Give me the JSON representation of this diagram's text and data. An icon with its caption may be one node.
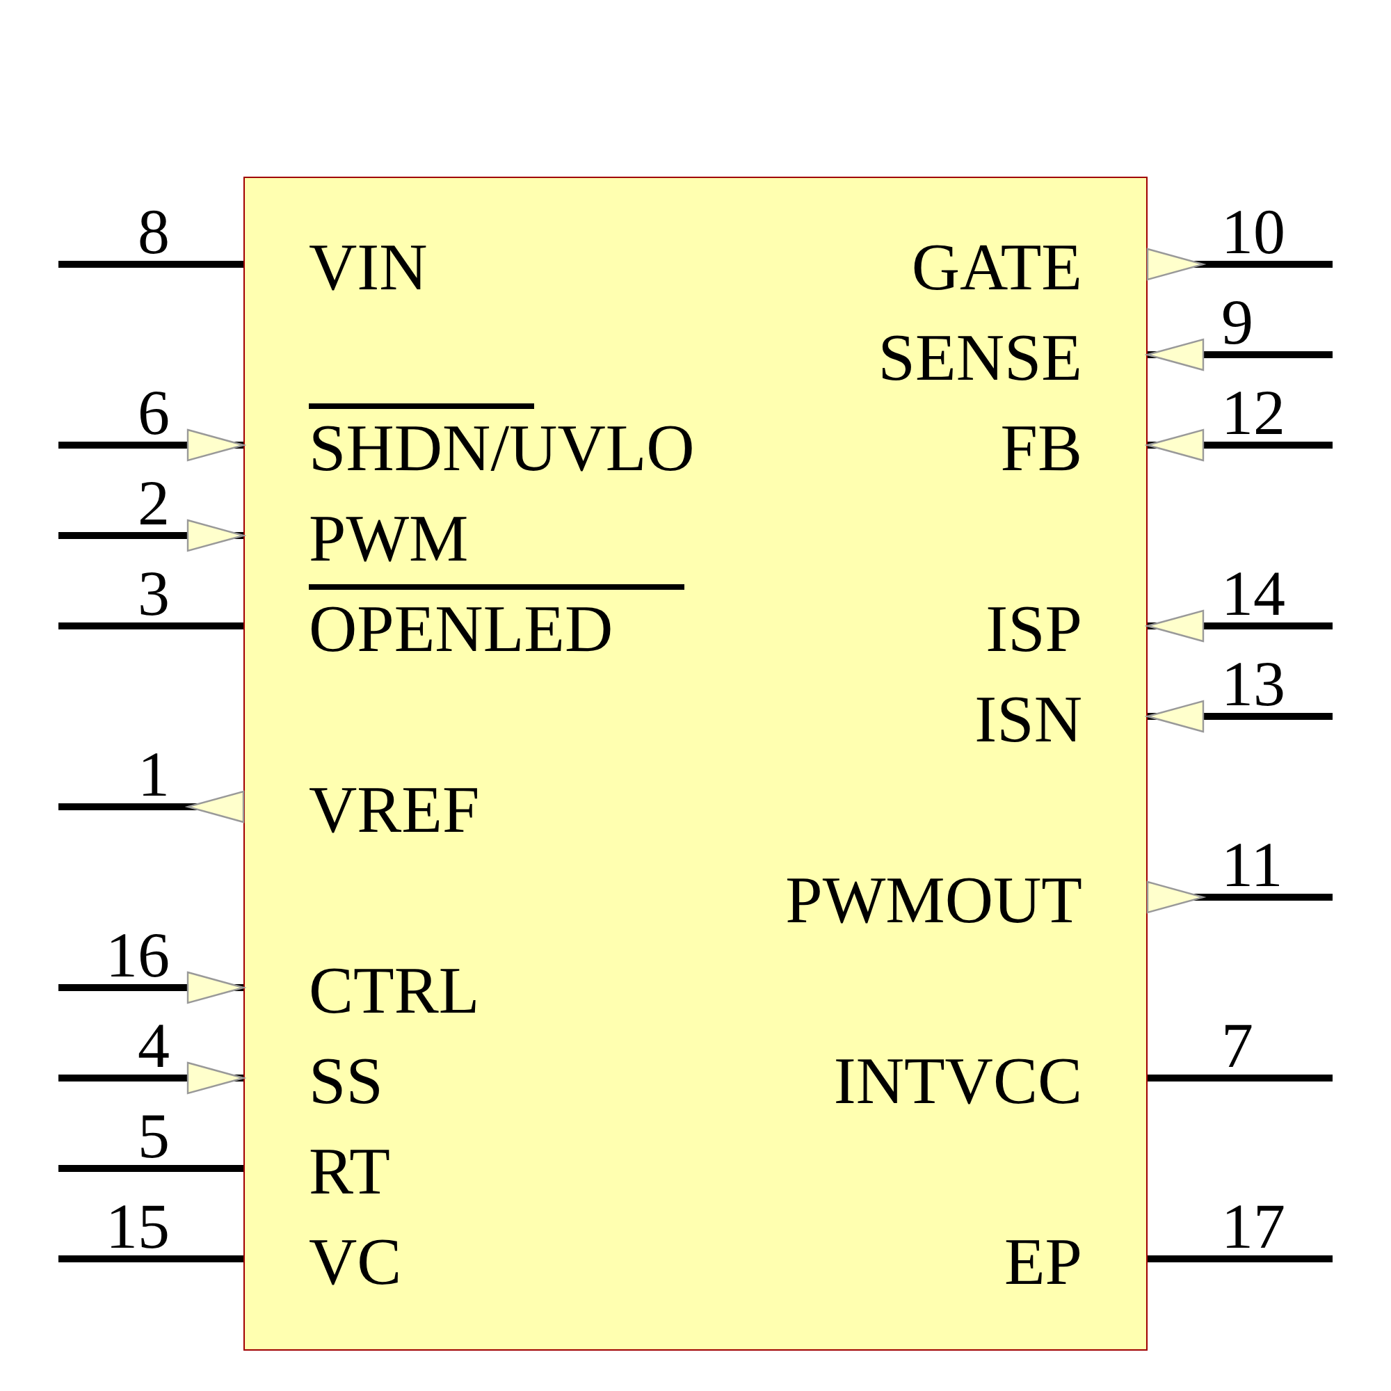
{
  "diagram": {
    "nodes": [
      {
        "text": [],
        "shape": "box"
      },
      {
        "text": [
          "VIN"
        ],
        "in": 0
      },
      {
        "text": [
          "GATE"
        ],
        "in": 0
      },
      {
        "text": [
          "SENSE"
        ],
        "in": 0
      },
      {
        "text": [
          "SHDN/UVLO"
        ],
        "in": 0
      },
      {
        "text": [
          "FB"
        ],
        "in": 0
      },
      {
        "text": [
          "PWM"
        ],
        "in": 0
      },
      {
        "text": [
          "OPENLED"
        ],
        "in": 0
      },
      {
        "text": [
          "ISP"
        ],
        "in": 0
      },
      {
        "text": [
          "ISN"
        ],
        "in": 0
      },
      {
        "text": [
          "VREF"
        ],
        "in": 0
      },
      {
        "text": [
          "PWMOUT"
        ],
        "in": 0
      },
      {
        "text": [
          "CTRL"
        ],
        "in": 0
      },
      {
        "text": [
          "SS"
        ],
        "in": 0
      },
      {
        "text": [
          "INTVCC"
        ],
        "in": 0
      },
      {
        "text": [
          "RT"
        ],
        "in": 0
      },
      {
        "text": [
          "VC"
        ],
        "in": 0
      },
      {
        "text": [
          "EP"
        ],
        "in": 0
      }
    ],
    "edges": [
      {
        "from": null,
        "to": 1,
        "arrow": "none",
        "label": "8"
      },
      {
        "from": 2,
        "to": null,
        "arrow": "to",
        "label": "10"
      },
      {
        "from": null,
        "to": 3,
        "arrow": "to",
        "label": "9"
      },
      {
        "from": null,
        "to": 4,
        "arrow": "to",
        "label": "6"
      },
      {
        "from": null,
        "to": 5,
        "arrow": "to",
        "label": "12"
      },
      {
        "from": null,
        "to": 6,
        "arrow": "to",
        "label": "2"
      },
      {
        "from": null,
        "to": 7,
        "arrow": "none",
        "label": "3"
      },
      {
        "from": null,
        "to": 8,
        "arrow": "to",
        "label": "14"
      },
      {
        "from": null,
        "to": 9,
        "arrow": "to",
        "label": "13"
      },
      {
        "from": 10,
        "to": null,
        "arrow": "to",
        "label": "1"
      },
      {
        "from": 11,
        "to": null,
        "arrow": "to",
        "label": "11"
      },
      {
        "from": null,
        "to": 12,
        "arrow": "to",
        "label": "16"
      },
      {
        "from": null,
        "to": 13,
        "arrow": "to",
        "label": "4"
      },
      {
        "from": null,
        "to": 14,
        "arrow": "none",
        "label": "7"
      },
      {
        "from": null,
        "to": 15,
        "arrow": "none",
        "label": "5"
      },
      {
        "from": null,
        "to": 16,
        "arrow": "none",
        "label": "15"
      },
      {
        "from": null,
        "to": 17,
        "arrow": "none",
        "label": "17"
      }
    ]
  }
}
